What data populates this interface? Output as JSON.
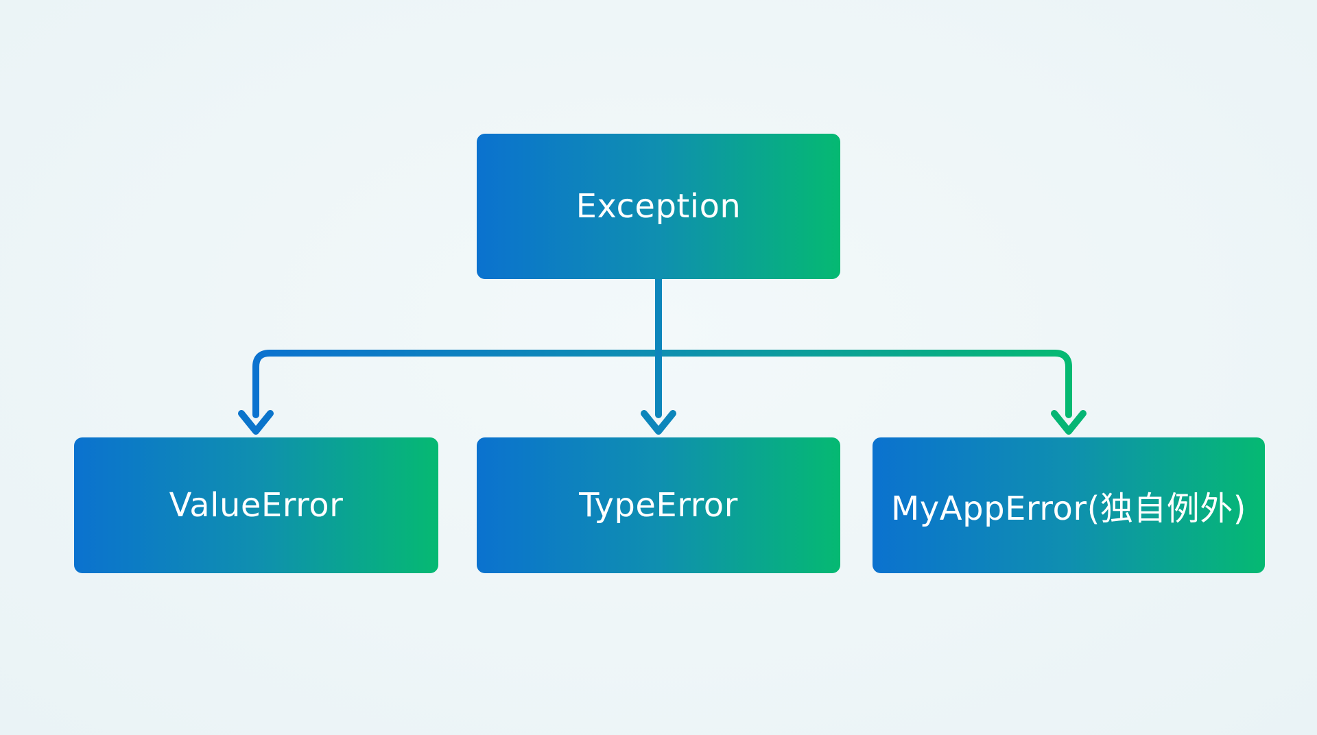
{
  "diagram": {
    "root": {
      "label": "Exception"
    },
    "children": [
      {
        "id": "value",
        "label": "ValueError"
      },
      {
        "id": "type",
        "label": "TypeError"
      },
      {
        "id": "custom",
        "label": "MyAppError(独自例外)"
      }
    ]
  },
  "colors": {
    "background": "#eef5f7",
    "gradient_start": "#0b72cf",
    "gradient_end": "#05b972",
    "text": "#ffffff"
  }
}
